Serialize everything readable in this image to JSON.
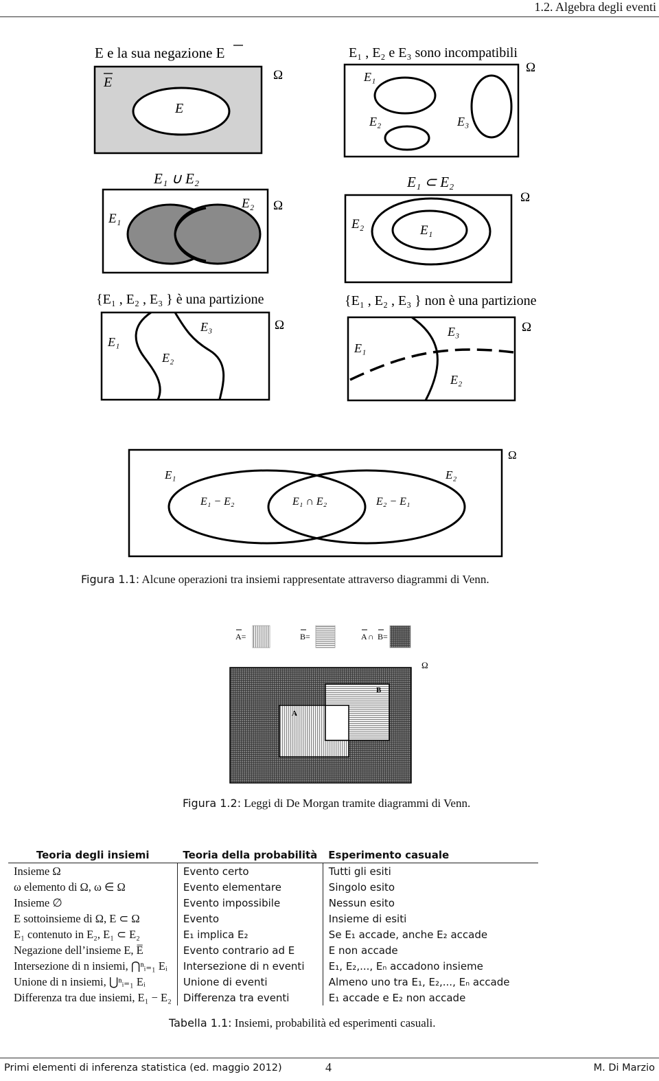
{
  "header": {
    "section": "1.2.  Algebra degli eventi"
  },
  "figure1": {
    "panels": {
      "negation": {
        "title": "E e la sua negazione E",
        "Ebar": "E",
        "E": "E",
        "omega": "Ω"
      },
      "incompatible": {
        "title": "E₁ , E₂ e E₃ sono incompatibili",
        "E1": "E₁",
        "E2": "E₂",
        "E3": "E₃",
        "omega": "Ω"
      },
      "union": {
        "title": "E₁ ∪ E₂",
        "E1": "E₁",
        "E2": "E₂",
        "omega": "Ω"
      },
      "subset": {
        "title": "E₁ ⊂ E₂",
        "E1": "E₁",
        "E2": "E₂",
        "omega": "Ω"
      },
      "partition": {
        "title": "{E₁ , E₂ , E₃ } è una partizione",
        "E1": "E₁",
        "E2": "E₂",
        "E3": "E₃",
        "omega": "Ω"
      },
      "nonpartition": {
        "title": "{E₁ , E₂ , E₃ } non è una partizione",
        "E1": "E₁",
        "E2": "E₂",
        "E3": "E₃",
        "omega": "Ω"
      },
      "regions": {
        "E1": "E₁",
        "E2": "E₂",
        "diff12": "E₁ − E₂",
        "inter": "E₁ ∩ E₂",
        "diff21": "E₂ − E₁",
        "omega": "Ω"
      }
    },
    "caption_label": "Figura 1.1:",
    "caption_text": "Alcune operazioni tra insiemi rappresentate attraverso diagrammi di Venn."
  },
  "figure2": {
    "legend": {
      "abar": "A=",
      "bbar": "B=",
      "both_a": "A",
      "both_cap": "∩",
      "both_b": "B="
    },
    "labels": {
      "A": "A",
      "B": "B",
      "omega": "Ω"
    },
    "caption_label": "Figura 1.2:",
    "caption_text": "Leggi di De Morgan tramite diagrammi di Venn."
  },
  "table": {
    "headers": [
      "Teoria degli insiemi",
      "Teoria della probabilità",
      "Esperimento casuale"
    ],
    "rows": [
      [
        "Insieme Ω",
        "Evento certo",
        "Tutti gli esiti"
      ],
      [
        "ω elemento di Ω, ω ∈ Ω",
        "Evento elementare",
        "Singolo esito"
      ],
      [
        "Insieme ∅",
        "Evento impossibile",
        "Nessun esito"
      ],
      [
        "E sottoinsieme di Ω, E ⊂ Ω",
        "Evento",
        "Insieme di esiti"
      ],
      [
        "E₁ contenuto in E₂, E₁ ⊂ E₂",
        "E₁ implica E₂",
        "Se E₁ accade, anche E₂ accade"
      ],
      [
        "Negazione dell’insieme E, E̅",
        "Evento contrario ad E",
        "E non accade"
      ],
      [
        "Intersezione di n insiemi, ⋂ⁿᵢ₌₁ Eᵢ",
        "Intersezione di n eventi",
        "E₁, E₂,..., Eₙ accadono insieme"
      ],
      [
        "Unione di n insiemi, ⋃ⁿᵢ₌₁ Eᵢ",
        "Unione di eventi",
        "Almeno uno tra E₁, E₂,..., Eₙ accade"
      ],
      [
        "Differenza tra due insiemi, E₁ − E₂",
        "Differenza tra eventi",
        "E₁ accade e E₂ non accade"
      ]
    ],
    "caption_label": "Tabella 1.1:",
    "caption_text": "Insiemi, probabilità ed esperimenti casuali."
  },
  "footer": {
    "left": "Primi elementi di inferenza statistica (ed. maggio 2012)",
    "page": "4",
    "right": "M. Di Marzio"
  }
}
